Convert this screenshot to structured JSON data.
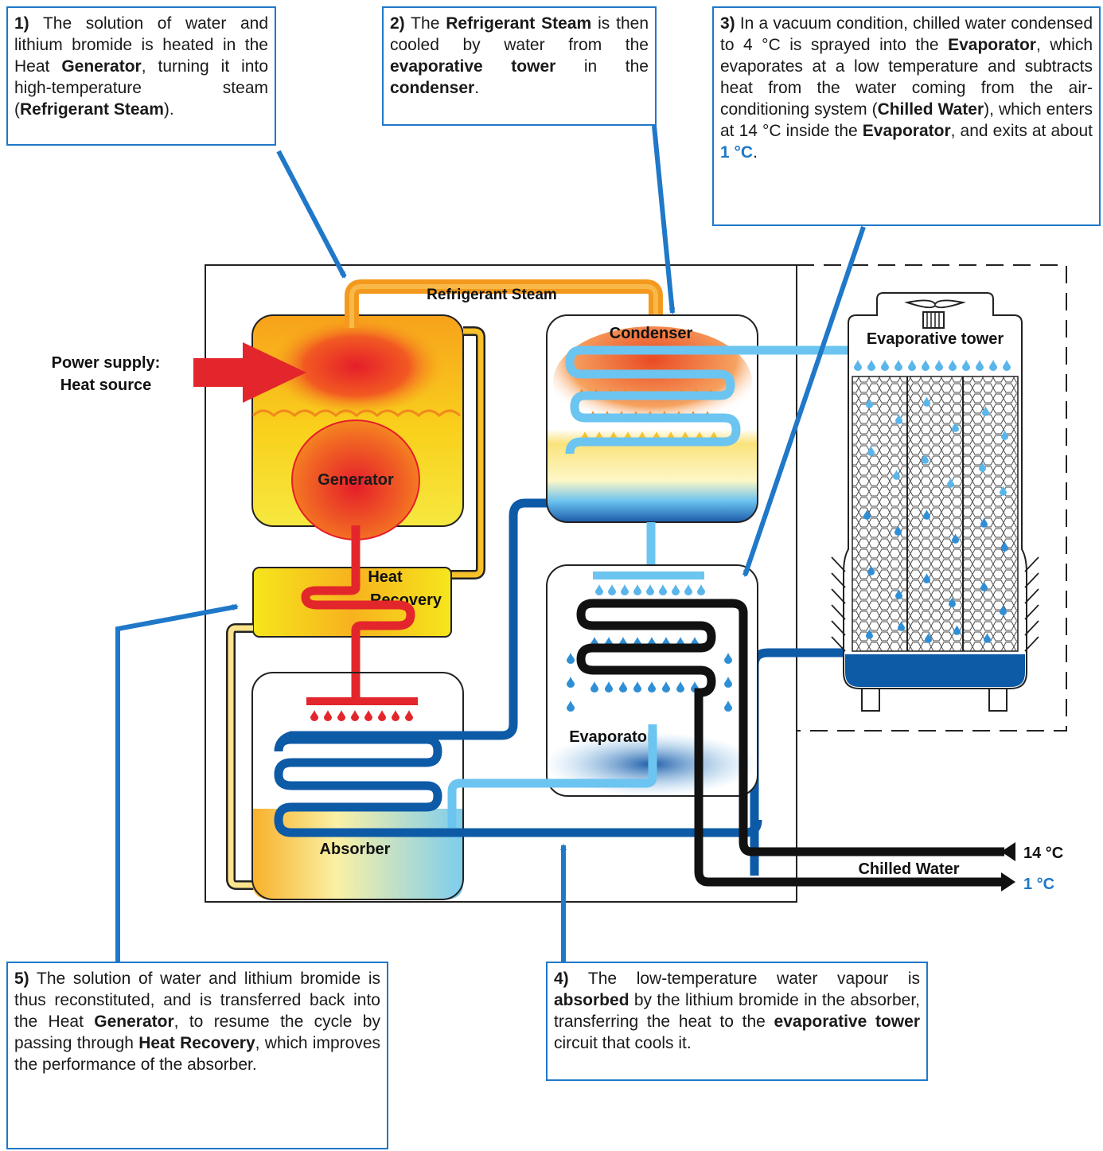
{
  "callouts": {
    "c1": {
      "num": "1)",
      "t1": " The solution of water and lithium bromide is heated in the Heat ",
      "b1": "Generator",
      "t2": ", turning it into high-temperature steam (",
      "b2": "Refrigerant Steam",
      "t3": ")."
    },
    "c2": {
      "num": "2)",
      "t1": " The ",
      "b1": "Refrigerant Steam",
      "t2": " is then cooled by water from the ",
      "b2": "evaporative tower",
      "t3": " in the ",
      "b3": "condenser",
      "t4": "."
    },
    "c3": {
      "num": "3)",
      "t1": " In a vacuum condition, chilled water condensed to 4 °C is sprayed into the ",
      "b1": "Evaporator",
      "t2": ", which evaporates at a low temperature and subtracts heat from the water coming from the air-conditioning system (",
      "b2": "Chilled Water",
      "t3": "), which enters at 14 °C inside the ",
      "b3": "Evaporator",
      "t4": ", and exits at about ",
      "b4": "1 °C",
      "t5": "."
    },
    "c4": {
      "num": "4)",
      "t1": " The low-temperature water vapour is ",
      "b1": "absorbed",
      "t2": " by the lithium bromide in the absorber, transferring the heat to the ",
      "b2": "evaporative tower",
      "t3": " circuit that cools it."
    },
    "c5": {
      "num": "5)",
      "t1": " The solution of water and lithium bromide is thus reconstituted, and is transferred back into the Heat ",
      "b1": "Generator",
      "t2": ", to resume the cycle by passing through ",
      "b2": "Heat Recovery",
      "t3": ", which improves the performance of the absorber."
    }
  },
  "labels": {
    "power_supply": "Power supply:",
    "heat_source": "Heat source",
    "refrigerant_steam": "Refrigerant Steam",
    "condenser": "Condenser",
    "evaporative_tower": "Evaporative tower",
    "generator": "Generator",
    "heat": "Heat",
    "recovery": "Recovery",
    "evaporator": "Evaporator",
    "absorber": "Absorber",
    "chilled_water": "Chilled Water",
    "temp_in": "14 °C",
    "temp_out": "1 °C"
  },
  "colors": {
    "callout_border": "#1f78c8",
    "accent_blue": "#1f78c8",
    "hot_red": "#e8232a",
    "steam_orange": "#f39a1e",
    "cold_water": "#6cc4f0",
    "cooling_water": "#0d5aa7"
  }
}
